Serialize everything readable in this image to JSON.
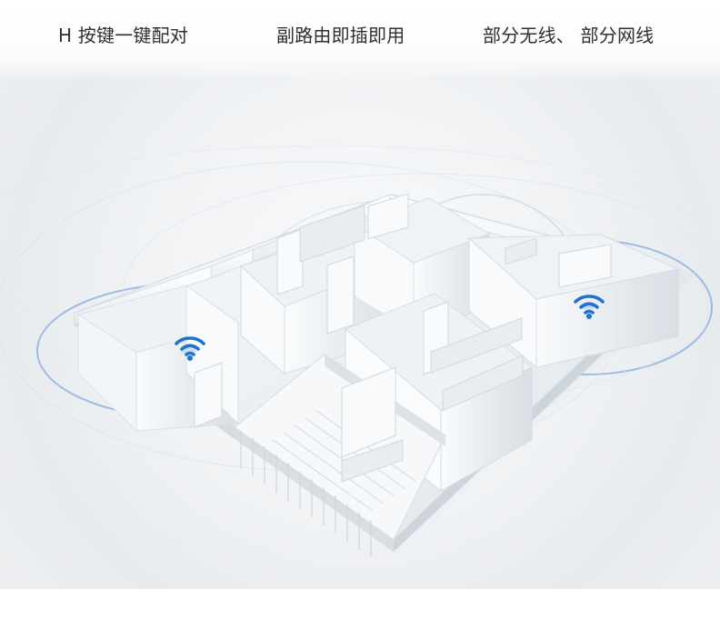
{
  "header": {
    "features": [
      "H 按键一键配对",
      "副路由即插即用",
      "部分无线、 部分网线"
    ]
  },
  "icons": {
    "left": "wifi-icon",
    "right": "wifi-icon"
  },
  "colors": {
    "accent": "#2f80d1",
    "signal_ring": "#7da7df",
    "wall": "#ffffff",
    "floor": "#e8edf2"
  }
}
